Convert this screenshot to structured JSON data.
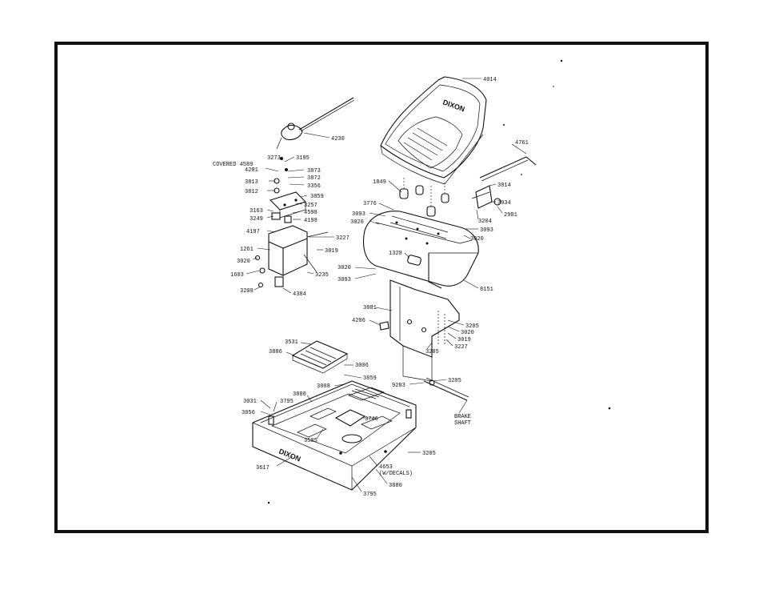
{
  "colors": {
    "ink": "#111111",
    "paper": "#ffffff"
  },
  "brand": {
    "seat_text": "DIXON",
    "deck_text": "DIXON"
  },
  "callouts": [
    {
      "id": "4014",
      "text": "4014"
    },
    {
      "id": "4230",
      "text": "4230"
    },
    {
      "id": "4761",
      "text": "4761"
    },
    {
      "id": "3273",
      "text": "3273"
    },
    {
      "id": "3195",
      "text": "3195"
    },
    {
      "id": "covered-4589",
      "text": "COVERED 4589"
    },
    {
      "id": "4201",
      "text": "4201"
    },
    {
      "id": "3873",
      "text": "3873"
    },
    {
      "id": "3872",
      "text": "3872"
    },
    {
      "id": "3813",
      "text": "3813"
    },
    {
      "id": "3356",
      "text": "3356"
    },
    {
      "id": "3812",
      "text": "3812"
    },
    {
      "id": "3859a",
      "text": "3859"
    },
    {
      "id": "3257",
      "text": "3257"
    },
    {
      "id": "3163",
      "text": "3163"
    },
    {
      "id": "4598",
      "text": "4598"
    },
    {
      "id": "3249",
      "text": "3249"
    },
    {
      "id": "4198",
      "text": "4198"
    },
    {
      "id": "4197",
      "text": "4197"
    },
    {
      "id": "3227a",
      "text": "3227"
    },
    {
      "id": "1261",
      "text": "1261"
    },
    {
      "id": "3019a",
      "text": "3019"
    },
    {
      "id": "3020a",
      "text": "3020"
    },
    {
      "id": "1603",
      "text": "1603"
    },
    {
      "id": "3235",
      "text": "3235"
    },
    {
      "id": "3208",
      "text": "3208"
    },
    {
      "id": "4384",
      "text": "4384"
    },
    {
      "id": "1849",
      "text": "1849"
    },
    {
      "id": "3776",
      "text": "3776"
    },
    {
      "id": "3093a",
      "text": "3093"
    },
    {
      "id": "3020b",
      "text": "3020"
    },
    {
      "id": "3014",
      "text": "3014"
    },
    {
      "id": "3934",
      "text": "3934"
    },
    {
      "id": "2981",
      "text": "2981"
    },
    {
      "id": "3204",
      "text": "3204"
    },
    {
      "id": "3093b",
      "text": "3093"
    },
    {
      "id": "3020c",
      "text": "3020"
    },
    {
      "id": "1328",
      "text": "1328"
    },
    {
      "id": "3020d",
      "text": "3020"
    },
    {
      "id": "3093c",
      "text": "3093"
    },
    {
      "id": "8151",
      "text": "8151"
    },
    {
      "id": "3881",
      "text": "3881"
    },
    {
      "id": "4206",
      "text": "4206"
    },
    {
      "id": "3205a",
      "text": "3205"
    },
    {
      "id": "3020e",
      "text": "3020"
    },
    {
      "id": "3019b",
      "text": "3019"
    },
    {
      "id": "3227b",
      "text": "3227"
    },
    {
      "id": "3205b",
      "text": "3205"
    },
    {
      "id": "3531",
      "text": "3531"
    },
    {
      "id": "3886",
      "text": "3886"
    },
    {
      "id": "3006",
      "text": "3006"
    },
    {
      "id": "3859b",
      "text": "3859"
    },
    {
      "id": "3008",
      "text": "3008"
    },
    {
      "id": "3880a",
      "text": "3880"
    },
    {
      "id": "9283",
      "text": "9283"
    },
    {
      "id": "3205c",
      "text": "3205"
    },
    {
      "id": "3031",
      "text": "3031"
    },
    {
      "id": "3795a",
      "text": "3795"
    },
    {
      "id": "3056",
      "text": "3056"
    },
    {
      "id": "3746",
      "text": "3746"
    },
    {
      "id": "brake-shaft-1",
      "text": "BRAKE"
    },
    {
      "id": "brake-shaft-2",
      "text": "SHAFT"
    },
    {
      "id": "3585",
      "text": "3585"
    },
    {
      "id": "3205d",
      "text": "3205"
    },
    {
      "id": "3617",
      "text": "3617"
    },
    {
      "id": "4653-1",
      "text": "4653"
    },
    {
      "id": "4653-2",
      "text": "(W/DECALS)"
    },
    {
      "id": "3880b",
      "text": "3880"
    },
    {
      "id": "3795b",
      "text": "3795"
    }
  ]
}
